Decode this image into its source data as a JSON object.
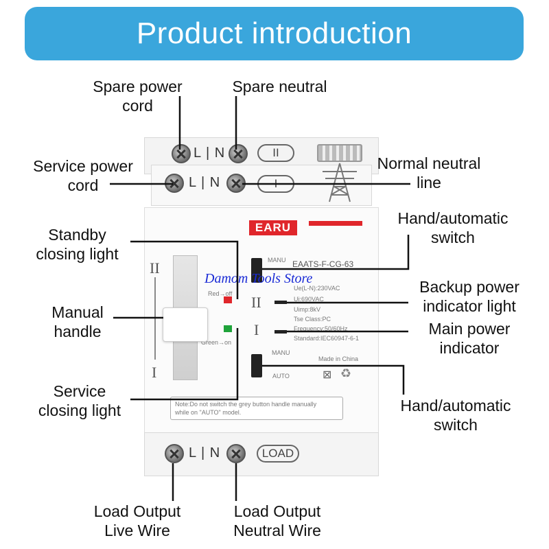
{
  "banner": {
    "title": "Product introduction",
    "color": "#3aa6dc"
  },
  "labels": {
    "spare_power_cord": [
      "Spare power",
      "cord"
    ],
    "spare_neutral": [
      "Spare neutral"
    ],
    "service_power_cord": [
      "Service power",
      "cord"
    ],
    "normal_neutral_line": [
      "Normal neutral",
      "line"
    ],
    "standby_closing_light": [
      "Standby",
      "closing light"
    ],
    "hand_auto_switch_top": [
      "Hand/automatic",
      "switch"
    ],
    "manual_handle": [
      "Manual",
      "handle"
    ],
    "backup_power_indicator": [
      "Backup power",
      "indicator light"
    ],
    "main_power_indicator": [
      "Main power",
      "indicator"
    ],
    "service_closing_light": [
      "Service",
      "closing light"
    ],
    "hand_auto_switch_bottom": [
      "Hand/automatic",
      "switch"
    ],
    "load_output_live": [
      "Load Output",
      "Live Wire"
    ],
    "load_output_neutral": [
      "Load Output",
      "Neutral Wire"
    ]
  },
  "device": {
    "brand": "EARU",
    "model": "EAATS-F-CG-63",
    "watermark": "Damom Tools Store",
    "terminal_text": "L | N",
    "pill_top": "II",
    "pill_mid": "I",
    "pill_load": "LOAD",
    "manu_top": "MANU",
    "manu_bottom": "MANU",
    "auto": "AUTO",
    "red_off": "Red→off",
    "green_on": "Green→on",
    "roman_two": "II",
    "roman_one": "I",
    "specs": [
      "Ue(L-N):230VAC",
      "Ui:690VAC",
      "Uimp:8kV",
      "Tse Class:PC",
      "Frequency:50/60Hz",
      "Standard:IEC60947-6-1"
    ],
    "made_in": "Made in China",
    "note": [
      "Note:Do not switch the grey button handle manually",
      "while on \"AUTO\" model."
    ],
    "red_color": "#e0262b",
    "green_color": "#1fa33a",
    "watermark_color": "#1a2bd6"
  }
}
